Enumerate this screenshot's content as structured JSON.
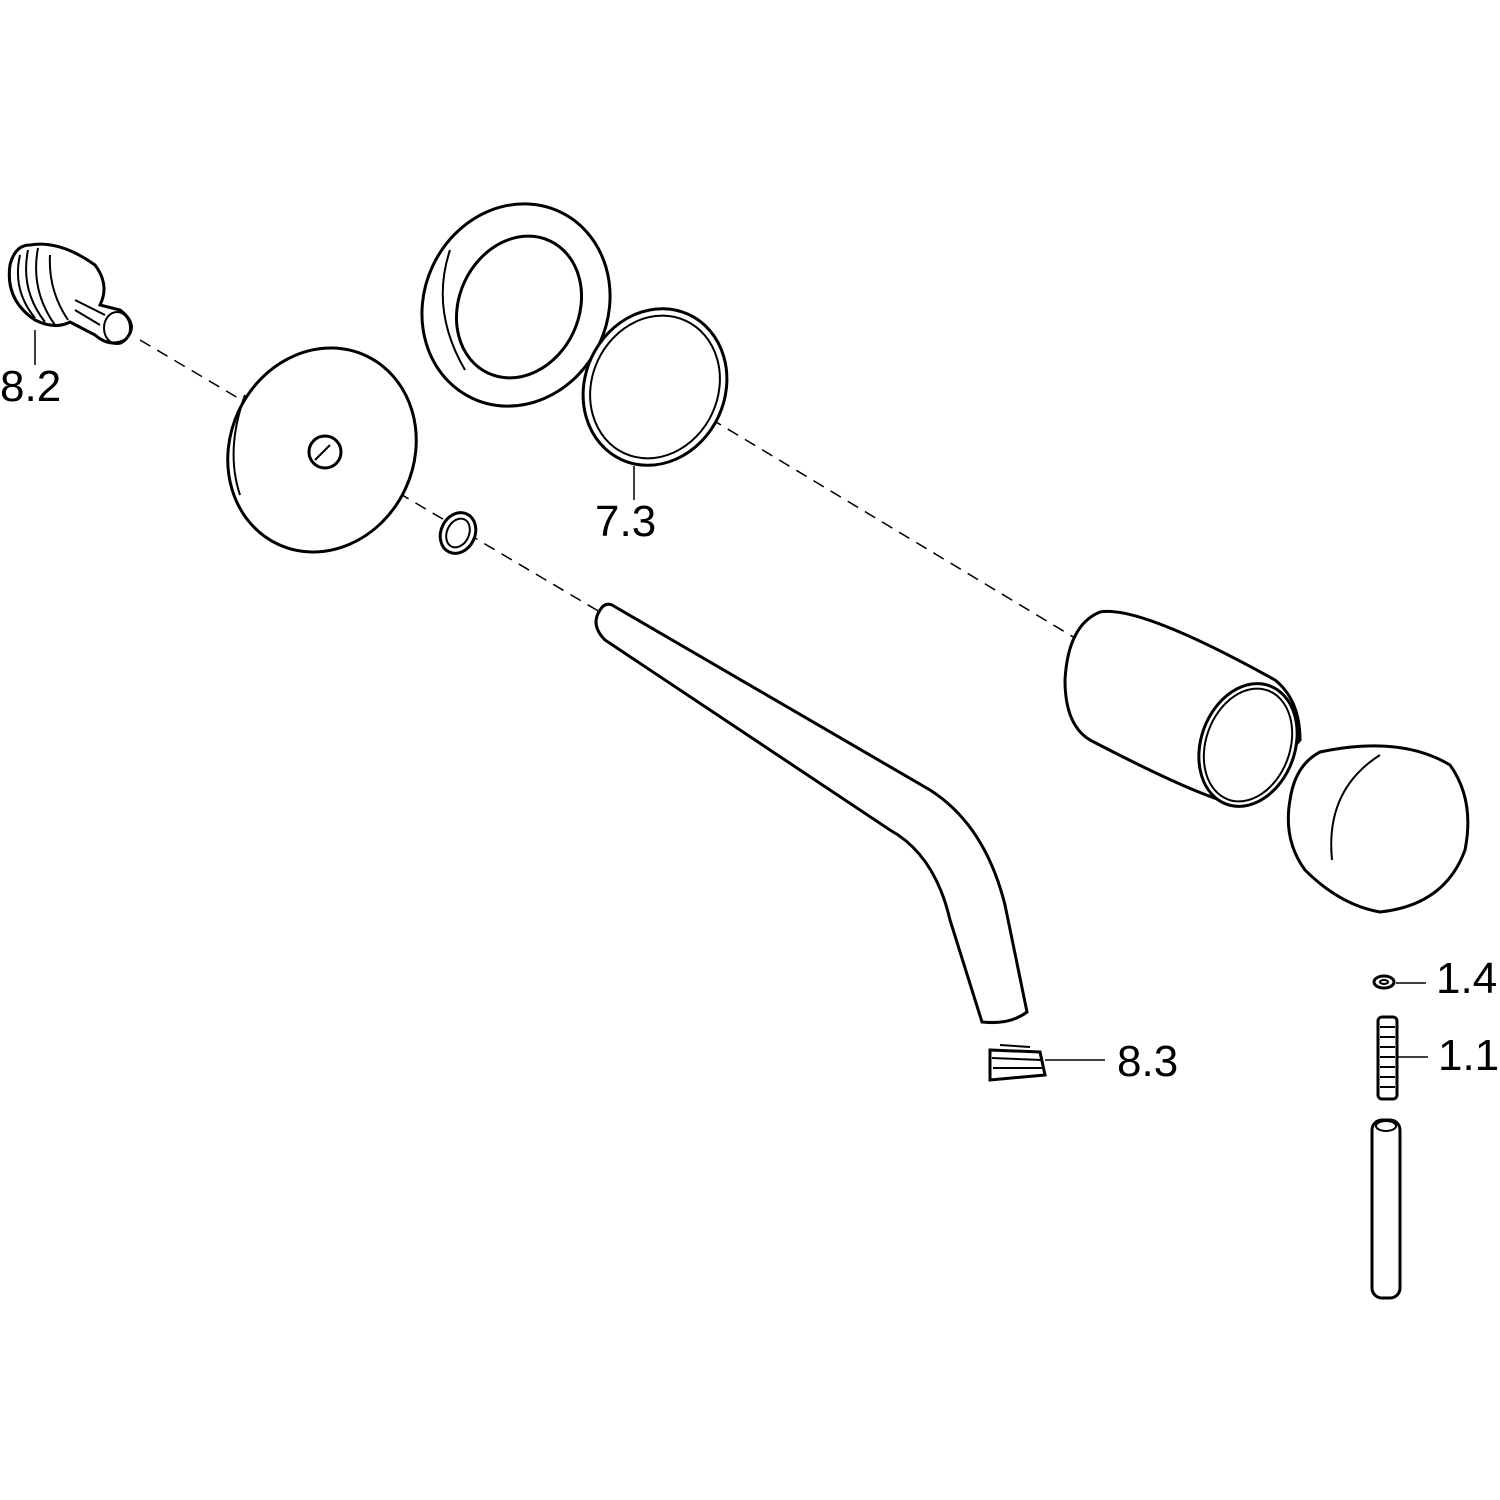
{
  "diagram": {
    "type": "exploded parts drawing",
    "labels": {
      "adapter": "8.2",
      "o_ring": "7.3",
      "aerator": "8.3",
      "washer": "1.4",
      "threaded_pin": "1.1"
    },
    "colors": {
      "line": "#000000",
      "background": "#ffffff"
    }
  }
}
